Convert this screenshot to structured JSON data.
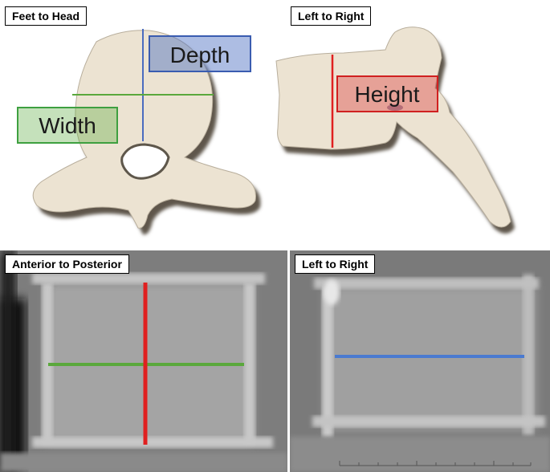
{
  "panels": {
    "top_left": {
      "view_label": "Feet to Head",
      "label_depth": "Depth",
      "label_width": "Width"
    },
    "top_right": {
      "view_label": "Left to Right",
      "label_height": "Height"
    },
    "bottom_left": {
      "view_label": "Anterior to Posterior"
    },
    "bottom_right": {
      "view_label": "Left to Right"
    }
  },
  "colors": {
    "depth": "#4a6cc0",
    "width": "#5aa83c",
    "height": "#e02020",
    "bone": "#ece3d2",
    "bone_shadow": "#6e6658"
  }
}
